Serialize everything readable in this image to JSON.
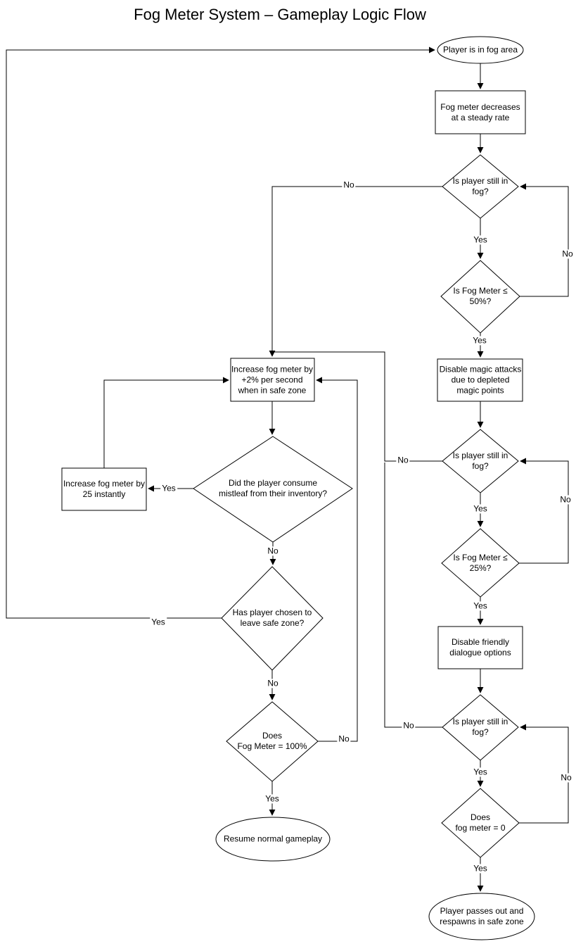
{
  "title": "Fog Meter System – Gameplay Logic Flow",
  "colors": {
    "stroke": "#000000",
    "fill": "#ffffff",
    "background": "#ffffff",
    "text": "#000000"
  },
  "nodes": {
    "start": {
      "type": "ellipse",
      "label": "Player is in fog area"
    },
    "fog_decreases": {
      "type": "process",
      "label": "Fog meter decreases\nat a steady rate"
    },
    "still_in_fog_1": {
      "type": "decision",
      "label": "Is player still in\nfog?"
    },
    "fog_meter_50": {
      "type": "decision",
      "label": "Is Fog Meter ≤\n50%?"
    },
    "disable_magic": {
      "type": "process",
      "label": "Disable magic attacks\ndue to depleted\nmagic points"
    },
    "still_in_fog_2": {
      "type": "decision",
      "label": "Is player still in\nfog?"
    },
    "fog_meter_25": {
      "type": "decision",
      "label": "Is Fog Meter ≤\n25%?"
    },
    "disable_dialogue": {
      "type": "process",
      "label": "Disable friendly\ndialogue options"
    },
    "still_in_fog_3": {
      "type": "decision",
      "label": "Is player still in\nfog?"
    },
    "fog_meter_0": {
      "type": "decision",
      "label": "Does\nfog meter = 0"
    },
    "pass_out": {
      "type": "ellipse",
      "label": "Player passes out and\nrespawns in safe zone"
    },
    "increase_2pct": {
      "type": "process",
      "label": "Increase fog meter by\n+2% per second\nwhen in safe zone"
    },
    "consume_mistleaf": {
      "type": "decision",
      "label": "Did the player consume\nmistleaf from their inventory?"
    },
    "increase_25": {
      "type": "process",
      "label": "Increase fog meter by\n25 instantly"
    },
    "leave_safe_zone": {
      "type": "decision",
      "label": "Has player chosen to\nleave safe zone?"
    },
    "fog_meter_100": {
      "type": "decision",
      "label": "Does\nFog Meter = 100%"
    },
    "resume": {
      "type": "ellipse",
      "label": "Resume normal gameplay"
    }
  },
  "edge_labels": {
    "yes_fog1": "Yes",
    "yes_50": "Yes",
    "yes_fog2": "Yes",
    "yes_25": "Yes",
    "yes_fog3": "Yes",
    "yes_0": "Yes",
    "no_loop_50": "No",
    "no_loop_25": "No",
    "no_loop_0": "No",
    "no_fog1": "No",
    "no_fog2": "No",
    "no_fog3": "No",
    "yes_mistleaf": "Yes",
    "no_mistleaf": "No",
    "yes_leave": "Yes",
    "no_leave": "No",
    "no_100": "No",
    "yes_100": "Yes"
  },
  "edges": [
    {
      "from": "start",
      "to": "fog_decreases",
      "label": ""
    },
    {
      "from": "fog_decreases",
      "to": "still_in_fog_1",
      "label": ""
    },
    {
      "from": "still_in_fog_1",
      "to": "fog_meter_50",
      "label": "Yes"
    },
    {
      "from": "still_in_fog_1",
      "to": "increase_2pct",
      "label": "No"
    },
    {
      "from": "fog_meter_50",
      "to": "disable_magic",
      "label": "Yes"
    },
    {
      "from": "fog_meter_50",
      "to": "still_in_fog_1",
      "label": "No"
    },
    {
      "from": "disable_magic",
      "to": "still_in_fog_2",
      "label": ""
    },
    {
      "from": "still_in_fog_2",
      "to": "fog_meter_25",
      "label": "Yes"
    },
    {
      "from": "still_in_fog_2",
      "to": "increase_2pct",
      "label": "No"
    },
    {
      "from": "fog_meter_25",
      "to": "disable_dialogue",
      "label": "Yes"
    },
    {
      "from": "fog_meter_25",
      "to": "still_in_fog_2",
      "label": "No"
    },
    {
      "from": "disable_dialogue",
      "to": "still_in_fog_3",
      "label": ""
    },
    {
      "from": "still_in_fog_3",
      "to": "fog_meter_0",
      "label": "Yes"
    },
    {
      "from": "still_in_fog_3",
      "to": "increase_2pct",
      "label": "No"
    },
    {
      "from": "fog_meter_0",
      "to": "pass_out",
      "label": "Yes"
    },
    {
      "from": "fog_meter_0",
      "to": "still_in_fog_3",
      "label": "No"
    },
    {
      "from": "increase_2pct",
      "to": "consume_mistleaf",
      "label": ""
    },
    {
      "from": "consume_mistleaf",
      "to": "increase_25",
      "label": "Yes"
    },
    {
      "from": "consume_mistleaf",
      "to": "leave_safe_zone",
      "label": "No"
    },
    {
      "from": "increase_25",
      "to": "increase_2pct",
      "label": ""
    },
    {
      "from": "leave_safe_zone",
      "to": "start",
      "label": "Yes"
    },
    {
      "from": "leave_safe_zone",
      "to": "fog_meter_100",
      "label": "No"
    },
    {
      "from": "fog_meter_100",
      "to": "resume",
      "label": "Yes"
    },
    {
      "from": "fog_meter_100",
      "to": "increase_2pct",
      "label": "No"
    }
  ]
}
